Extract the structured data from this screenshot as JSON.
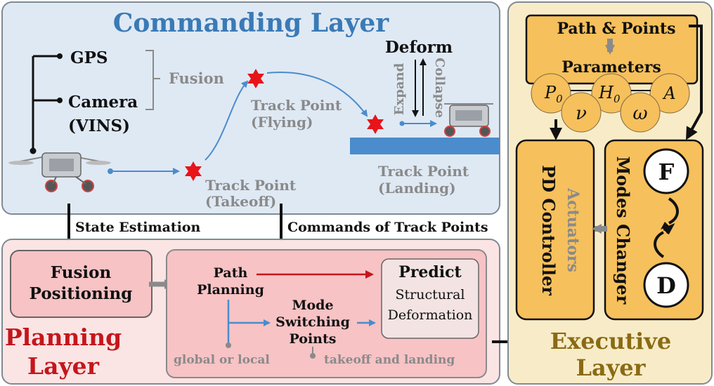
{
  "commanding": {
    "title": "Commanding Layer",
    "gps": "GPS",
    "camera": "Camera",
    "vins": "(VINS)",
    "fusion": "Fusion",
    "track_flying_1": "Track Point",
    "track_flying_2": "(Flying)",
    "track_takeoff_1": "Track Point",
    "track_takeoff_2": "(Takeoff)",
    "track_landing_1": "Track Point",
    "track_landing_2": "(Landing)",
    "deform": "Deform",
    "expand": "Expand",
    "collapse": "Collapse"
  },
  "arrows": {
    "state_estimation": "State Estimation",
    "commands": "Commands of Track Points"
  },
  "planning": {
    "title_1": "Planning",
    "title_2": "Layer",
    "fusion_1": "Fusion",
    "fusion_2": "Positioning",
    "path_1": "Path",
    "path_2": "Planning",
    "predict": "Predict",
    "structural": "Structural",
    "deformation": "Deformation",
    "mode_1": "Mode",
    "mode_2": "Switching",
    "mode_3": "Points",
    "global_local": "global or local",
    "takeoff_landing": "takeoff and landing"
  },
  "executive": {
    "title_1": "Executive",
    "title_2": "Layer",
    "path_points": "Path & Points",
    "parameters": "Parameters",
    "p0": "P",
    "p0_sub": "0",
    "h0": "H",
    "h0_sub": "0",
    "a": "A",
    "nu": "ν",
    "omega": "ω",
    "pd_controller": "PD Controller",
    "actuators": "Actuators",
    "modes_changer": "Modes Changer",
    "f": "F",
    "d": "D"
  },
  "colors": {
    "commanding_bg": "#dfe9f4",
    "planning_bg": "#fbe4e4",
    "executive_bg": "#f8ecc8",
    "orange_fill": "#f6c05c",
    "blue_arrow": "#4a8ccc",
    "red_arrow": "#c4161c",
    "star": "#e8141a"
  }
}
